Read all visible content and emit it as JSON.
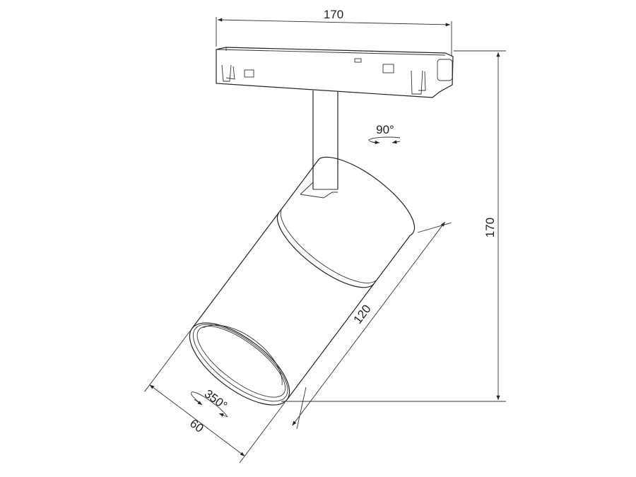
{
  "dimensions": {
    "track_width": "170",
    "total_height": "170",
    "body_length": "120",
    "body_diameter": "60"
  },
  "rotations": {
    "vertical_axis": "90°",
    "horizontal_axis": "350°"
  },
  "colors": {
    "line": "#222222",
    "background": "#ffffff"
  }
}
